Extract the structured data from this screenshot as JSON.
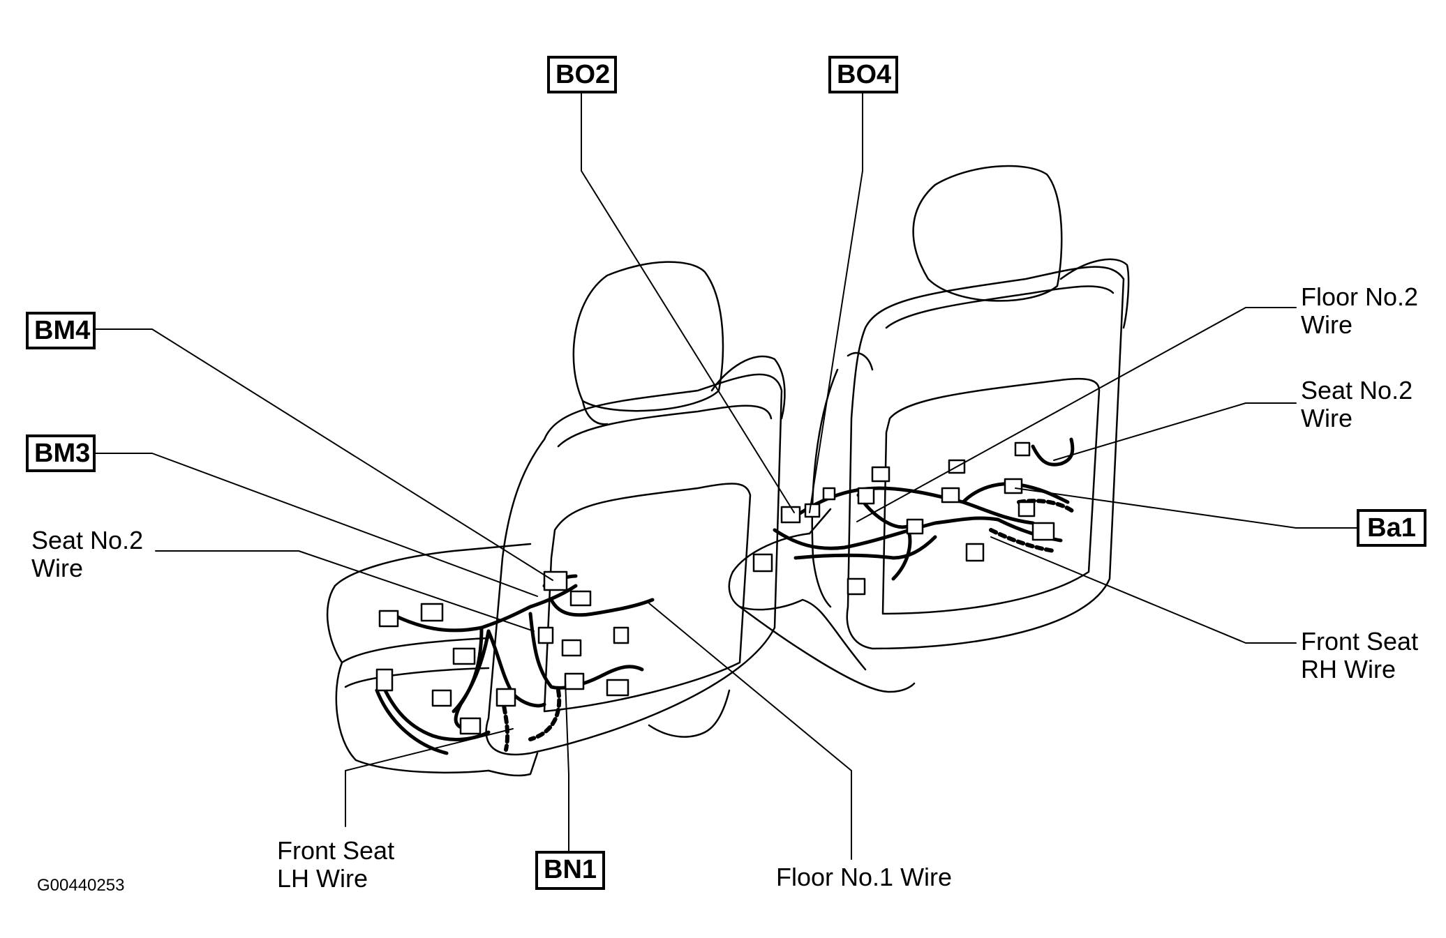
{
  "connectors": {
    "bo2": "BO2",
    "bo4": "BO4",
    "bm4": "BM4",
    "bm3": "BM3",
    "ba1": "Ba1",
    "bn1": "BN1"
  },
  "wires": {
    "floor_no2": [
      "Floor No.2",
      "Wire"
    ],
    "seat_no2_right": [
      "Seat No.2",
      "Wire"
    ],
    "seat_no2_left": [
      "Seat No.2",
      "Wire"
    ],
    "front_seat_rh": [
      "Front Seat",
      "RH Wire"
    ],
    "front_seat_lh": [
      "Front Seat",
      "LH Wire"
    ],
    "floor_no1": "Floor No.1 Wire"
  },
  "figure_code": "G00440253"
}
